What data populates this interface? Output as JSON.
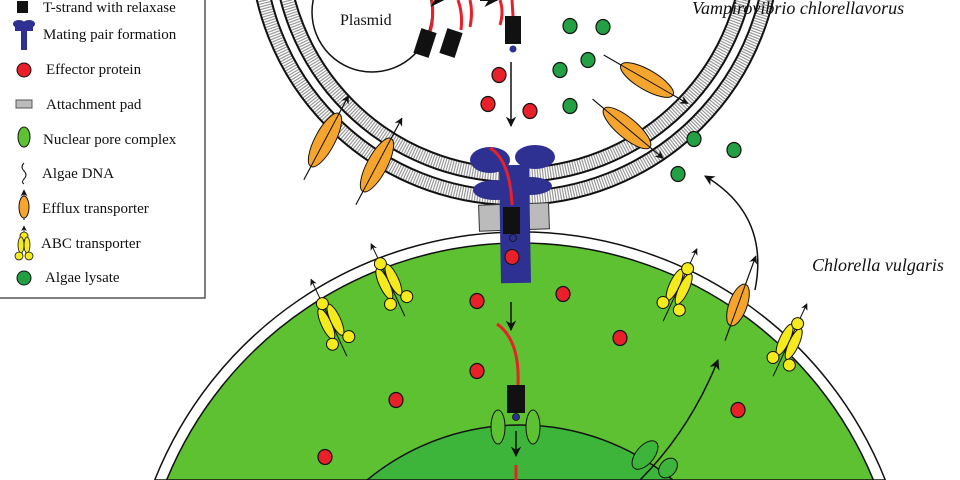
{
  "legend": {
    "items": [
      {
        "label": "T-strand with relaxase",
        "icon": "t-strand-relaxase-icon"
      },
      {
        "label": "Mating pair formation",
        "icon": "mating-pair-icon"
      },
      {
        "label": "Effector protein",
        "icon": "effector-protein-icon"
      },
      {
        "label": "Attachment pad",
        "icon": "attachment-pad-icon"
      },
      {
        "label": "Nuclear pore complex",
        "icon": "nuclear-pore-icon"
      },
      {
        "label": "Algae DNA",
        "icon": "algae-dna-icon"
      },
      {
        "label": "Efflux transporter",
        "icon": "efflux-transporter-icon"
      },
      {
        "label": "ABC transporter",
        "icon": "abc-transporter-icon"
      },
      {
        "label": "Algae lysate",
        "icon": "algae-lysate-icon"
      }
    ]
  },
  "labels": {
    "bacterium": "Vampirovibrio chlorellavorus",
    "alga": "Chlorella vulgaris",
    "plasmid": "Plasmid"
  },
  "colors": {
    "effector": "#E8202A",
    "lysate": "#23A044",
    "cytoplasm": "#5DC132",
    "nucleus": "#3DB53A",
    "efflux": "#F5A52E",
    "abc": "#F5EA1E",
    "mpf": "#2E3192"
  }
}
